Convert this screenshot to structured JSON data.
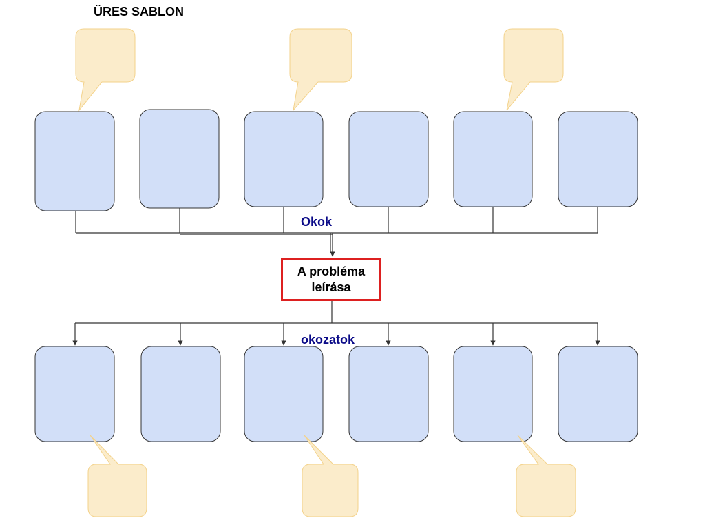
{
  "header": {
    "title": "ÜRES SABLON"
  },
  "diagram": {
    "causes_label": "Okok",
    "effects_label": "okozatok",
    "problem": {
      "line1": "A probléma",
      "line2": "leírása"
    },
    "cause_box_count": 6,
    "effect_box_count": 6,
    "top_callout_count": 3,
    "bottom_callout_count": 3
  },
  "colors": {
    "box_fill": "#d2dff8",
    "box_stroke": "#333333",
    "callout_fill": "#fbeccb",
    "callout_stroke": "#f3d28a",
    "problem_border": "#dd2020",
    "label_blue": "#0b0b88",
    "connector": "#333333"
  }
}
